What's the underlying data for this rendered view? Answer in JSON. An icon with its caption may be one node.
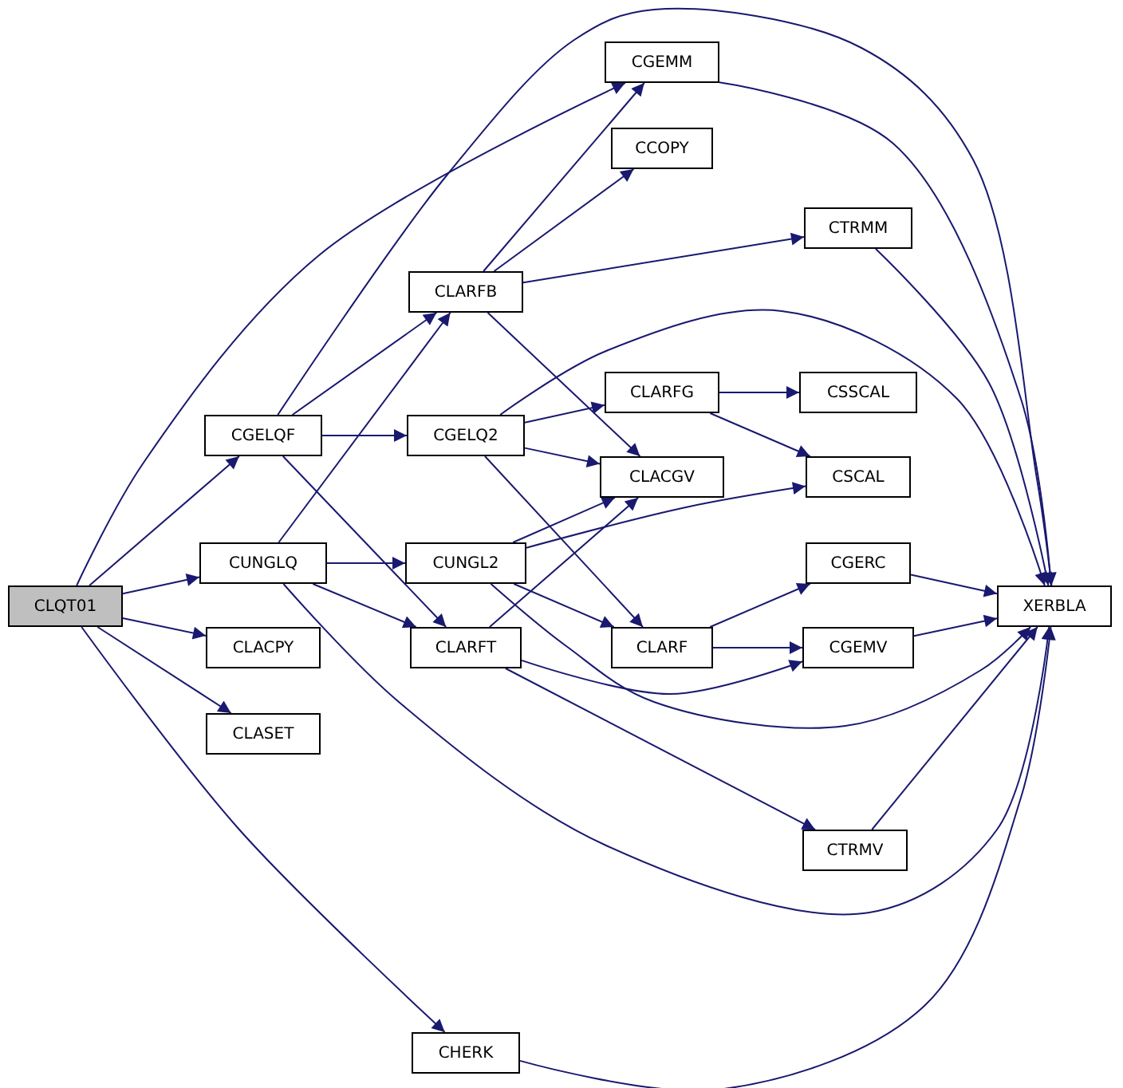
{
  "diagram": {
    "nodes": [
      {
        "text": [
          "CLQT01"
        ]
      },
      {
        "text": [
          "CGEMM"
        ]
      },
      {
        "text": [
          "CCOPY"
        ]
      },
      {
        "text": [
          "CLARFB"
        ]
      },
      {
        "text": [
          "CTRMM"
        ]
      },
      {
        "text": [
          "CGELQF"
        ]
      },
      {
        "text": [
          "CGELQ2"
        ]
      },
      {
        "text": [
          "CLARFG"
        ]
      },
      {
        "text": [
          "CSSCAL"
        ]
      },
      {
        "text": [
          "CLACGV"
        ]
      },
      {
        "text": [
          "CSCAL"
        ]
      },
      {
        "text": [
          "CUNGLQ"
        ]
      },
      {
        "text": [
          "CUNGL2"
        ]
      },
      {
        "text": [
          "CGERC"
        ]
      },
      {
        "text": [
          "CLACPY"
        ]
      },
      {
        "text": [
          "CLARFT"
        ]
      },
      {
        "text": [
          "CLARF"
        ]
      },
      {
        "text": [
          "CGEMV"
        ]
      },
      {
        "text": [
          "XERBLA"
        ]
      },
      {
        "text": [
          "CLASET"
        ]
      },
      {
        "text": [
          "CTRMV"
        ]
      },
      {
        "text": [
          "CHERK"
        ]
      }
    ],
    "edges": [
      {
        "from": 0,
        "to": 1,
        "arrow": "to"
      },
      {
        "from": 0,
        "to": 5,
        "arrow": "to"
      },
      {
        "from": 0,
        "to": 11,
        "arrow": "to"
      },
      {
        "from": 0,
        "to": 14,
        "arrow": "to"
      },
      {
        "from": 0,
        "to": 19,
        "arrow": "to"
      },
      {
        "from": 0,
        "to": 21,
        "arrow": "to"
      },
      {
        "from": 5,
        "to": 3,
        "arrow": "to"
      },
      {
        "from": 5,
        "to": 6,
        "arrow": "to"
      },
      {
        "from": 5,
        "to": 15,
        "arrow": "to"
      },
      {
        "from": 5,
        "to": 18,
        "arrow": "to"
      },
      {
        "from": 11,
        "to": 3,
        "arrow": "to"
      },
      {
        "from": 11,
        "to": 12,
        "arrow": "to"
      },
      {
        "from": 11,
        "to": 15,
        "arrow": "to"
      },
      {
        "from": 11,
        "to": 18,
        "arrow": "to"
      },
      {
        "from": 3,
        "to": 1,
        "arrow": "to"
      },
      {
        "from": 3,
        "to": 2,
        "arrow": "to"
      },
      {
        "from": 3,
        "to": 4,
        "arrow": "to"
      },
      {
        "from": 3,
        "to": 9,
        "arrow": "to"
      },
      {
        "from": 6,
        "to": 7,
        "arrow": "to"
      },
      {
        "from": 6,
        "to": 9,
        "arrow": "to"
      },
      {
        "from": 6,
        "to": 16,
        "arrow": "to"
      },
      {
        "from": 6,
        "to": 18,
        "arrow": "to"
      },
      {
        "from": 12,
        "to": 9,
        "arrow": "to"
      },
      {
        "from": 12,
        "to": 10,
        "arrow": "to"
      },
      {
        "from": 12,
        "to": 16,
        "arrow": "to"
      },
      {
        "from": 12,
        "to": 18,
        "arrow": "to"
      },
      {
        "from": 15,
        "to": 9,
        "arrow": "to"
      },
      {
        "from": 15,
        "to": 17,
        "arrow": "to"
      },
      {
        "from": 15,
        "to": 20,
        "arrow": "to"
      },
      {
        "from": 7,
        "to": 8,
        "arrow": "to"
      },
      {
        "from": 7,
        "to": 10,
        "arrow": "to"
      },
      {
        "from": 16,
        "to": 13,
        "arrow": "to"
      },
      {
        "from": 16,
        "to": 17,
        "arrow": "to"
      },
      {
        "from": 1,
        "to": 18,
        "arrow": "to"
      },
      {
        "from": 4,
        "to": 18,
        "arrow": "to"
      },
      {
        "from": 13,
        "to": 18,
        "arrow": "to"
      },
      {
        "from": 17,
        "to": 18,
        "arrow": "to"
      },
      {
        "from": 20,
        "to": 18,
        "arrow": "to"
      },
      {
        "from": 21,
        "to": 18,
        "arrow": "to"
      }
    ]
  }
}
